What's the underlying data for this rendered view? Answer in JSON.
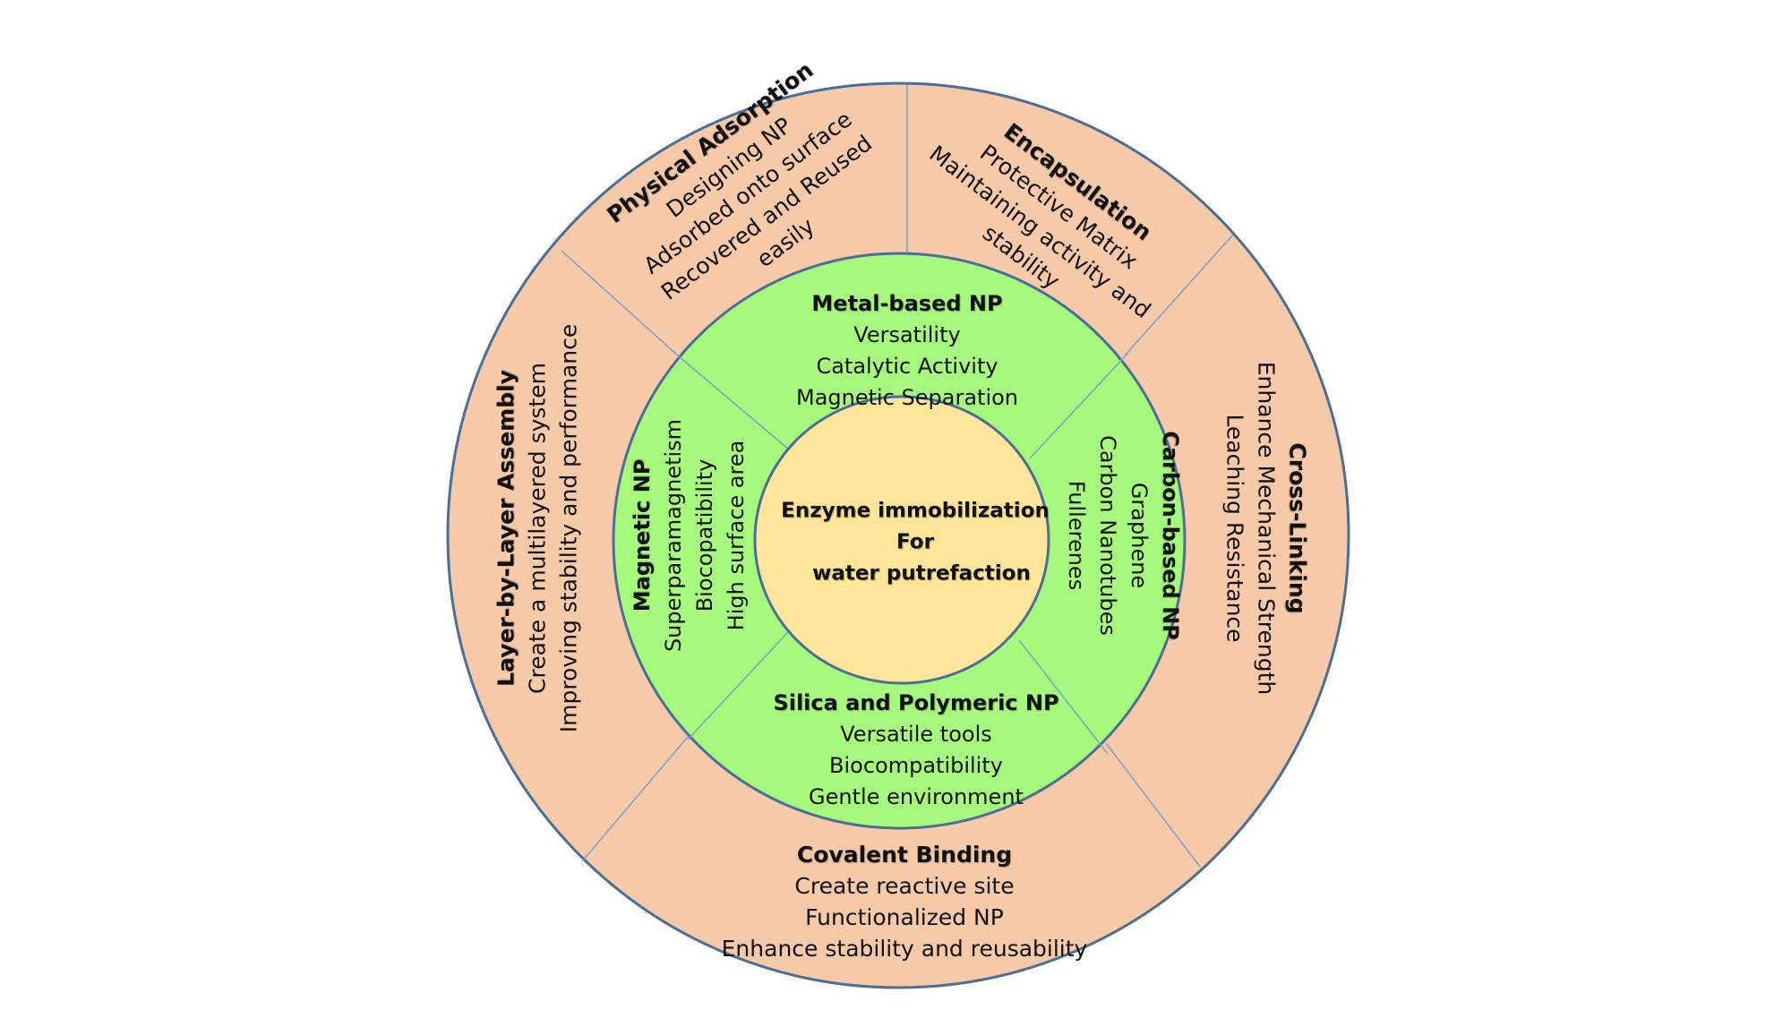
{
  "colors": {
    "outer_ring": "#F6C9A9",
    "middle_ring": "#A6F97C",
    "center": "#FEE599",
    "stroke": "#4A6E96",
    "divider": "#7F9FC4",
    "text": "#111111"
  },
  "center": {
    "lines": [
      "Enzyme immobilization",
      "For",
      "water putrefaction"
    ]
  },
  "middle_ring": [
    {
      "id": "metal-based-np",
      "title": "Metal-based NP",
      "items": [
        "Versatility",
        "Catalytic Activity",
        "Magnetic Separation"
      ]
    },
    {
      "id": "carbon-based-np",
      "title": "Carbon-based NP",
      "items": [
        "Graphene",
        "Carbon Nanotubes",
        "Fullerenes"
      ]
    },
    {
      "id": "silica-polymeric-np",
      "title": "Silica and Polymeric NP",
      "items": [
        "Versatile tools",
        "Biocompatibility",
        "Gentle environment"
      ]
    },
    {
      "id": "magnetic-np",
      "title": "Magnetic NP",
      "items": [
        "Superparamagnetism",
        "Biocopatibility",
        "High surface area"
      ]
    }
  ],
  "outer_ring": [
    {
      "id": "physical-adsorption",
      "title": "Physical Adsorption",
      "items": [
        "Designing NP",
        "Adsorbed onto surface",
        "Recovered and Reused",
        "easily"
      ]
    },
    {
      "id": "encapsulation",
      "title": "Encapsulation",
      "items": [
        "Protective Matrix",
        "Maintaining activity and",
        "stability"
      ]
    },
    {
      "id": "cross-linking",
      "title": "Cross-Linking",
      "items": [
        "Enhance Mechanical Strength",
        "Leaching Resistance"
      ]
    },
    {
      "id": "covalent-binding",
      "title": "Covalent Binding",
      "items": [
        "Create reactive site",
        "Functionalized NP",
        "Enhance stability and reusability"
      ]
    },
    {
      "id": "layer-by-layer-assembly",
      "title": "Layer-by-Layer Assembly",
      "items": [
        "Create a multilayered system",
        "Improving stability and performance"
      ]
    }
  ]
}
